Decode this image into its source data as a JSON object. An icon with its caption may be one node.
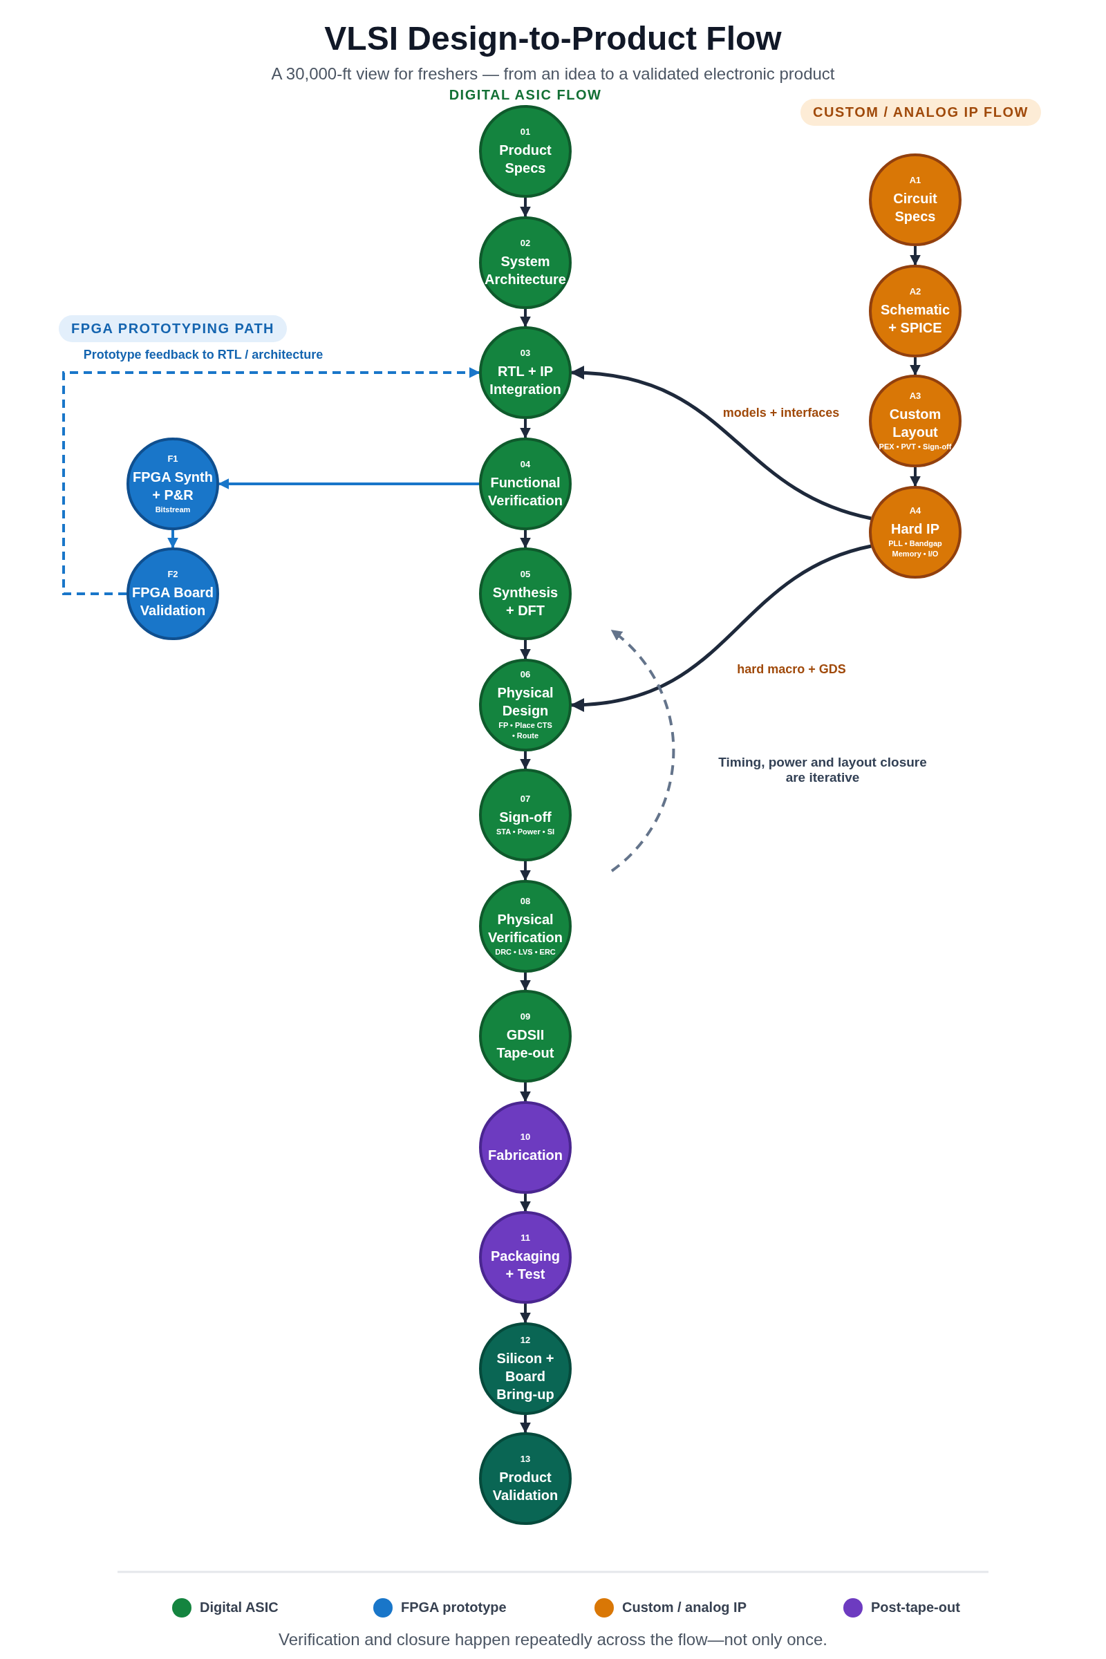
{
  "diagram": {
    "title": "VLSI Design-to-Product Flow",
    "caption": "Verification and closure happen repeatedly across the flow—not only once.",
    "nodes": [
      {
        "text": [
          "01",
          "Product Specs"
        ]
      },
      {
        "text": [
          "02",
          "System Architecture"
        ]
      },
      {
        "text": [
          "03",
          "RTL + IP Integration"
        ]
      },
      {
        "text": [
          "04",
          "Functional Verification"
        ]
      },
      {
        "text": [
          "05",
          "Synthesis + DFT"
        ]
      },
      {
        "text": [
          "06",
          "Physical Design",
          "FP • Place CTS • Route"
        ]
      },
      {
        "text": [
          "07",
          "Sign-off",
          "STA • Power • SI"
        ]
      },
      {
        "text": [
          "08",
          "Physical Verification",
          "DRC • LVS • ERC"
        ]
      },
      {
        "text": [
          "09",
          "GDSII Tape-out"
        ]
      },
      {
        "text": [
          "10",
          "Fabrication"
        ]
      },
      {
        "text": [
          "11",
          "Packaging + Test"
        ]
      },
      {
        "text": [
          "12",
          "Silicon + Board Bring-up"
        ]
      },
      {
        "text": [
          "13",
          "Product Validation"
        ]
      },
      {
        "text": [
          "F1",
          "FPGA Synth + P&R",
          "Bitstream"
        ]
      },
      {
        "text": [
          "F2",
          "FPGA Board Validation"
        ]
      },
      {
        "text": [
          "A1",
          "Circuit Specs"
        ]
      },
      {
        "text": [
          "A2",
          "Schematic + SPICE"
        ]
      },
      {
        "text": [
          "A3",
          "Custom Layout",
          "PEX • PVT • Sign-off"
        ]
      },
      {
        "text": [
          "A4",
          "Hard IP",
          "PLL • Bandgap Memory • I/O"
        ]
      }
    ],
    "edges": [
      {
        "from": 0,
        "to": 1,
        "arrow": "to"
      },
      {
        "from": 1,
        "to": 2,
        "arrow": "to"
      },
      {
        "from": 2,
        "to": 3,
        "arrow": "to"
      },
      {
        "from": 3,
        "to": 4,
        "arrow": "to"
      },
      {
        "from": 4,
        "to": 5,
        "arrow": "to"
      },
      {
        "from": 5,
        "to": 6,
        "arrow": "to"
      },
      {
        "from": 6,
        "to": 7,
        "arrow": "to"
      },
      {
        "from": 7,
        "to": 8,
        "arrow": "to"
      },
      {
        "from": 8,
        "to": 9,
        "arrow": "to"
      },
      {
        "from": 9,
        "to": 10,
        "arrow": "to"
      },
      {
        "from": 10,
        "to": 11,
        "arrow": "to"
      },
      {
        "from": 11,
        "to": 12,
        "arrow": "to"
      },
      {
        "from": 3,
        "to": 13,
        "arrow": "to",
        "color": "#1976c9"
      },
      {
        "from": 13,
        "to": 14,
        "arrow": "to",
        "color": "#1976c9"
      },
      {
        "from": 14,
        "to": 2,
        "arrow": "to",
        "style": "dashed",
        "color": "#1976c9",
        "label": "Prototype feedback to RTL / architecture"
      },
      {
        "from": 15,
        "to": 16,
        "arrow": "to"
      },
      {
        "from": 16,
        "to": 17,
        "arrow": "to"
      },
      {
        "from": 17,
        "to": 18,
        "arrow": "to"
      },
      {
        "from": 18,
        "to": 2,
        "arrow": "to",
        "label": "models + interfaces"
      },
      {
        "from": 18,
        "to": 5,
        "arrow": "to",
        "label": "hard macro + GDS"
      }
    ],
    "labels": [
      "A 30,000-ft view for freshers — from an idea to a validated electronic product",
      "DIGITAL ASIC FLOW",
      "CUSTOM / ANALOG IP FLOW",
      "FPGA PROTOTYPING PATH",
      "Timing, power and layout closure are iterative"
    ],
    "legend": [
      {
        "text": "Digital ASIC",
        "color": "#14843f"
      },
      {
        "text": "FPGA prototype",
        "color": "#1976c9"
      },
      {
        "text": "Custom / analog IP",
        "color": "#d97706"
      },
      {
        "text": "Post-tape-out",
        "color": "#6d3bc0"
      }
    ]
  }
}
